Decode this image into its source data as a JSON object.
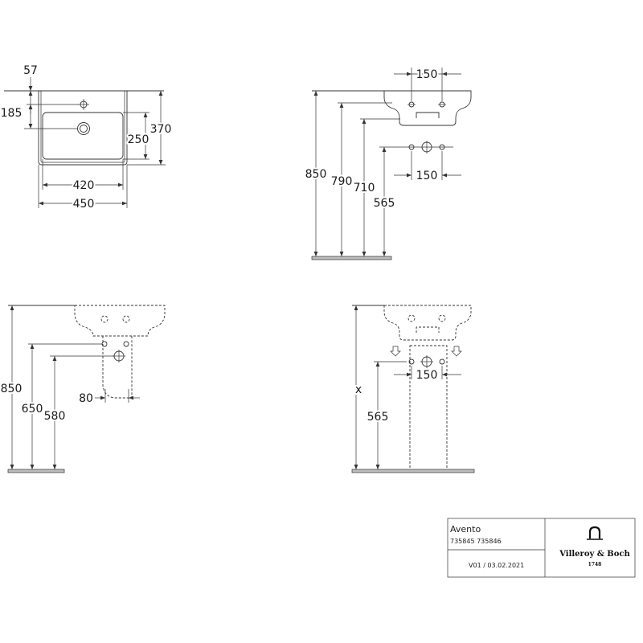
{
  "drawing": {
    "plan_view": {
      "tap_hole_offset": "57",
      "drain_offset": "185",
      "overall_depth": "370",
      "bowl_depth": "250",
      "bowl_width": "420",
      "overall_width": "450"
    },
    "front_view": {
      "tap_spacing": "150",
      "rim_height": "850",
      "height_790": "790",
      "height_710": "710",
      "waste_height": "565",
      "waste_spacing": "150"
    },
    "side_view_half_pedestal": {
      "rim_height": "850",
      "height_650": "650",
      "height_580": "580",
      "pedestal_offset": "80"
    },
    "front_view_pedestal": {
      "rim_height": "x",
      "waste_height": "565",
      "waste_spacing": "150"
    }
  },
  "title_block": {
    "product": "Avento",
    "article_numbers": "735845 735846",
    "version_date": "V01 / 03.02.2021",
    "brand": "Villeroy & Boch",
    "brand_year": "1748",
    "logo_icon": "faucet-arch-icon"
  },
  "colors": {
    "line": "#333333",
    "floor": "#bdbdbd",
    "background": "#ffffff"
  }
}
